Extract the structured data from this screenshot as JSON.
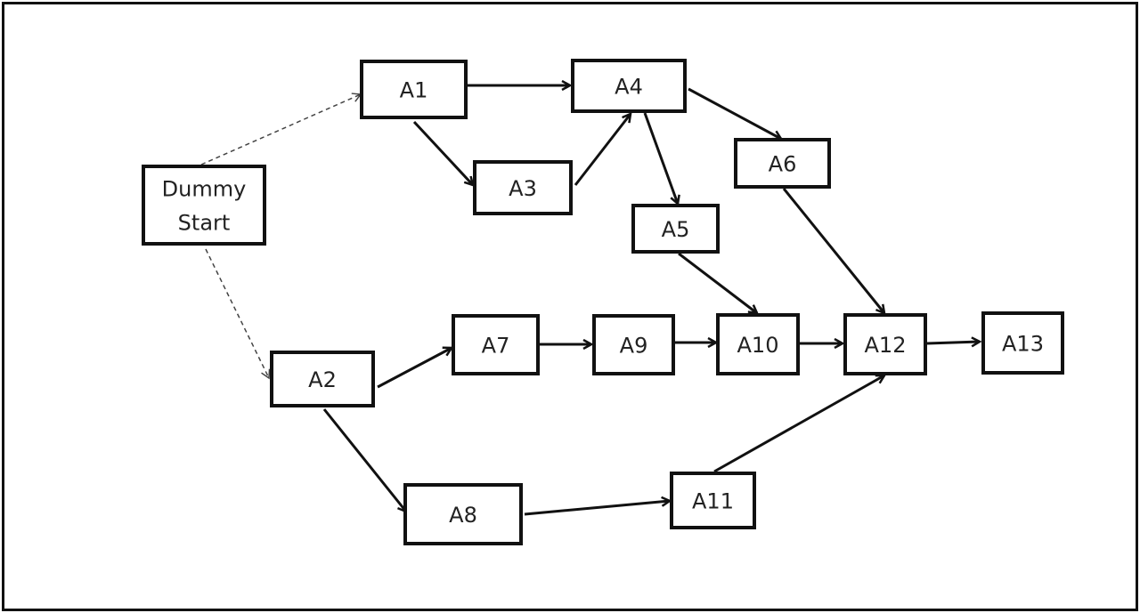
{
  "diagram": {
    "nodes": [
      {
        "id": "start",
        "lines": [
          "Dummy",
          "Start"
        ]
      },
      {
        "id": "a1",
        "lines": [
          "A1"
        ]
      },
      {
        "id": "a2",
        "lines": [
          "A2"
        ]
      },
      {
        "id": "a3",
        "lines": [
          "A3"
        ]
      },
      {
        "id": "a4",
        "lines": [
          "A4"
        ]
      },
      {
        "id": "a5",
        "lines": [
          "A5"
        ]
      },
      {
        "id": "a6",
        "lines": [
          "A6"
        ]
      },
      {
        "id": "a7",
        "lines": [
          "A7"
        ]
      },
      {
        "id": "a8",
        "lines": [
          "A8"
        ]
      },
      {
        "id": "a9",
        "lines": [
          "A9"
        ]
      },
      {
        "id": "a10",
        "lines": [
          "A10"
        ]
      },
      {
        "id": "a11",
        "lines": [
          "A11"
        ]
      },
      {
        "id": "a12",
        "lines": [
          "A12"
        ]
      },
      {
        "id": "a13",
        "lines": [
          "A13"
        ]
      }
    ],
    "edges": [
      {
        "from": "start",
        "to": "a1",
        "style": "dashed"
      },
      {
        "from": "start",
        "to": "a2",
        "style": "dashed"
      },
      {
        "from": "a1",
        "to": "a4",
        "style": "solid"
      },
      {
        "from": "a1",
        "to": "a3",
        "style": "solid"
      },
      {
        "from": "a3",
        "to": "a4",
        "style": "solid"
      },
      {
        "from": "a4",
        "to": "a5",
        "style": "solid"
      },
      {
        "from": "a4",
        "to": "a6",
        "style": "solid"
      },
      {
        "from": "a2",
        "to": "a7",
        "style": "solid"
      },
      {
        "from": "a2",
        "to": "a8",
        "style": "solid"
      },
      {
        "from": "a7",
        "to": "a9",
        "style": "solid"
      },
      {
        "from": "a9",
        "to": "a10",
        "style": "solid"
      },
      {
        "from": "a5",
        "to": "a10",
        "style": "solid"
      },
      {
        "from": "a10",
        "to": "a12",
        "style": "solid"
      },
      {
        "from": "a6",
        "to": "a12",
        "style": "solid"
      },
      {
        "from": "a8",
        "to": "a11",
        "style": "solid"
      },
      {
        "from": "a11",
        "to": "a12",
        "style": "solid"
      },
      {
        "from": "a12",
        "to": "a13",
        "style": "solid"
      }
    ]
  }
}
